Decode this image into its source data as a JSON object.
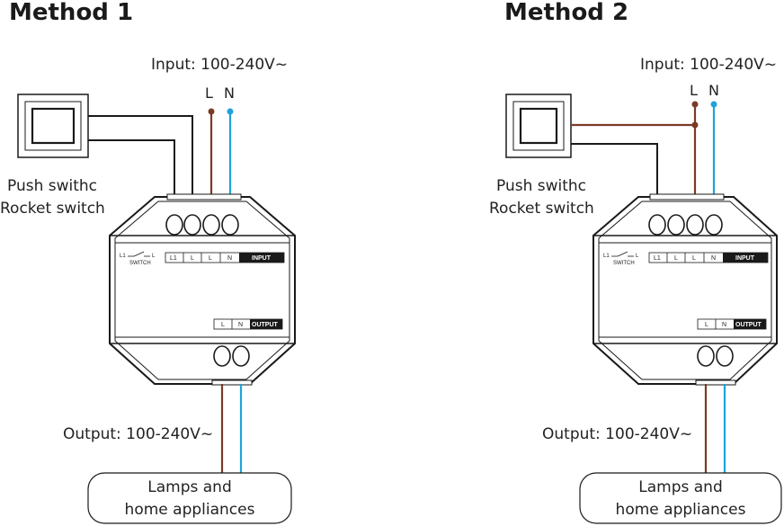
{
  "method1": {
    "title": "Method 1",
    "input_label": "Input: 100-240V~",
    "l_label": "L",
    "n_label": "N",
    "switch_label_1": "Push swithc",
    "switch_label_2": "Rocket switch",
    "terminal_switch_l1": "L1",
    "terminal_switch_l": "L",
    "terminal_switch_caption": "SWITCH",
    "input_cells": [
      "L1",
      "L",
      "L",
      "N"
    ],
    "input_badge": "INPUT",
    "output_cells": [
      "L",
      "N"
    ],
    "output_badge": "OUTPUT",
    "output_label": "Output: 100-240V~",
    "load_line_1": "Lamps and",
    "load_line_2": "home appliances"
  },
  "method2": {
    "title": "Method 2",
    "input_label": "Input: 100-240V~",
    "l_label": "L",
    "n_label": "N",
    "switch_label_1": "Push swithc",
    "switch_label_2": "Rocket switch",
    "terminal_switch_l1": "L1",
    "terminal_switch_l": "L",
    "terminal_switch_caption": "SWITCH",
    "input_cells": [
      "L1",
      "L",
      "L",
      "N"
    ],
    "input_badge": "INPUT",
    "output_cells": [
      "L",
      "N"
    ],
    "output_badge": "OUTPUT",
    "output_label": "Output: 100-240V~",
    "load_line_1": "Lamps and",
    "load_line_2": "home appliances"
  },
  "colors": {
    "live_wire": "#7a3b26",
    "neutral_wire": "#1ea3dc",
    "switch_wire": "#1a1a1a",
    "outline": "#1a1a1a"
  }
}
